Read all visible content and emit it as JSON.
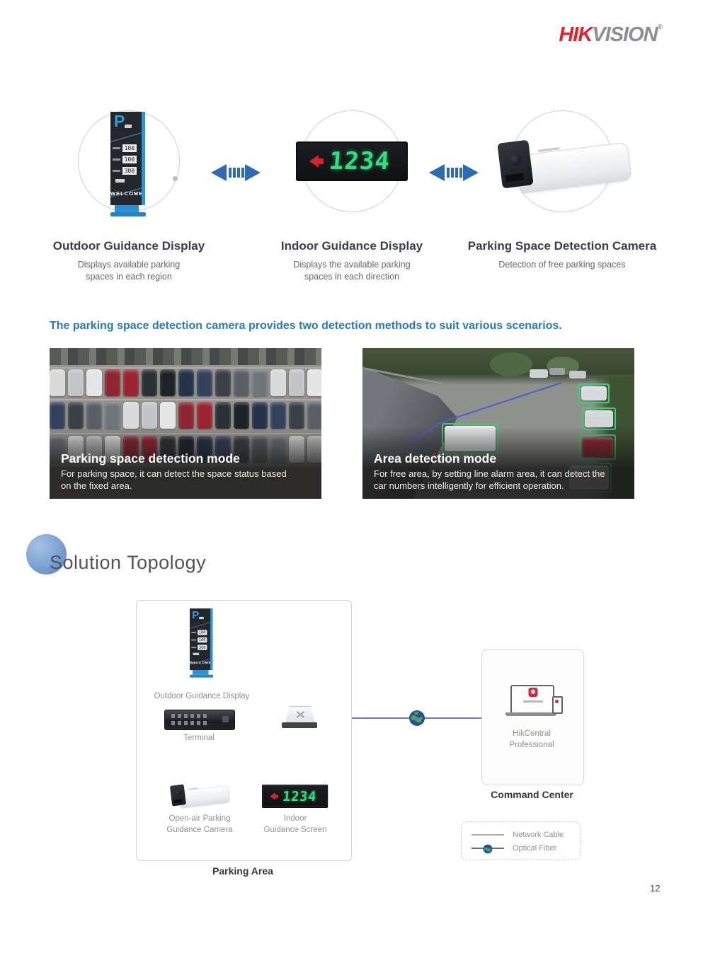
{
  "brand": {
    "hik": "HIK",
    "vision": "VISION",
    "reg": "®"
  },
  "products": [
    {
      "title": "Outdoor Guidance Display",
      "desc": "Displays available parking\nspaces in each region"
    },
    {
      "title": "Indoor Guidance Display",
      "desc": "Displays the available parking\nspaces in each direction"
    },
    {
      "title": "Parking Space Detection Camera",
      "desc": "Detection of free parking spaces"
    }
  ],
  "totem": {
    "p": "P",
    "rows": [
      "100",
      "100",
      "300"
    ],
    "welcome": "WELCOME"
  },
  "led": {
    "digits": "1234"
  },
  "intro": "The parking space detection camera provides two detection methods to suit various scenarios.",
  "modes": [
    {
      "title": "Parking space detection mode",
      "desc": "For parking space, it can detect the space status based\non the fixed area."
    },
    {
      "title": "Area detection mode",
      "desc": "For free area, by setting line alarm area, it can detect the\ncar numbers intelligently for efficient operation."
    }
  ],
  "section": {
    "title": "Solution Topology"
  },
  "topology": {
    "outdoor_display": "Outdoor Guidance Display",
    "terminal": "Terminal",
    "camera": "Open-air Parking\nGuidance Camera",
    "indoor_screen": "Indoor\nGuidance Screen",
    "hikcentral": "HikCentral\nProfessional",
    "command_center": "Command Center",
    "parking_area": "Parking Area",
    "legend": {
      "network_cable": "Network Cable",
      "optical_fiber": "Optical Fiber"
    }
  },
  "page_number": "12",
  "colors": {
    "hik_red": "#e0242b",
    "brand_gray": "#8b8e92",
    "accent_blue": "#2d6cb5",
    "intro_blue": "#2779b9",
    "led_green": "#2fe07c",
    "fiber_blue": "#6f7cc2",
    "detect_green": "#3ad06e"
  }
}
